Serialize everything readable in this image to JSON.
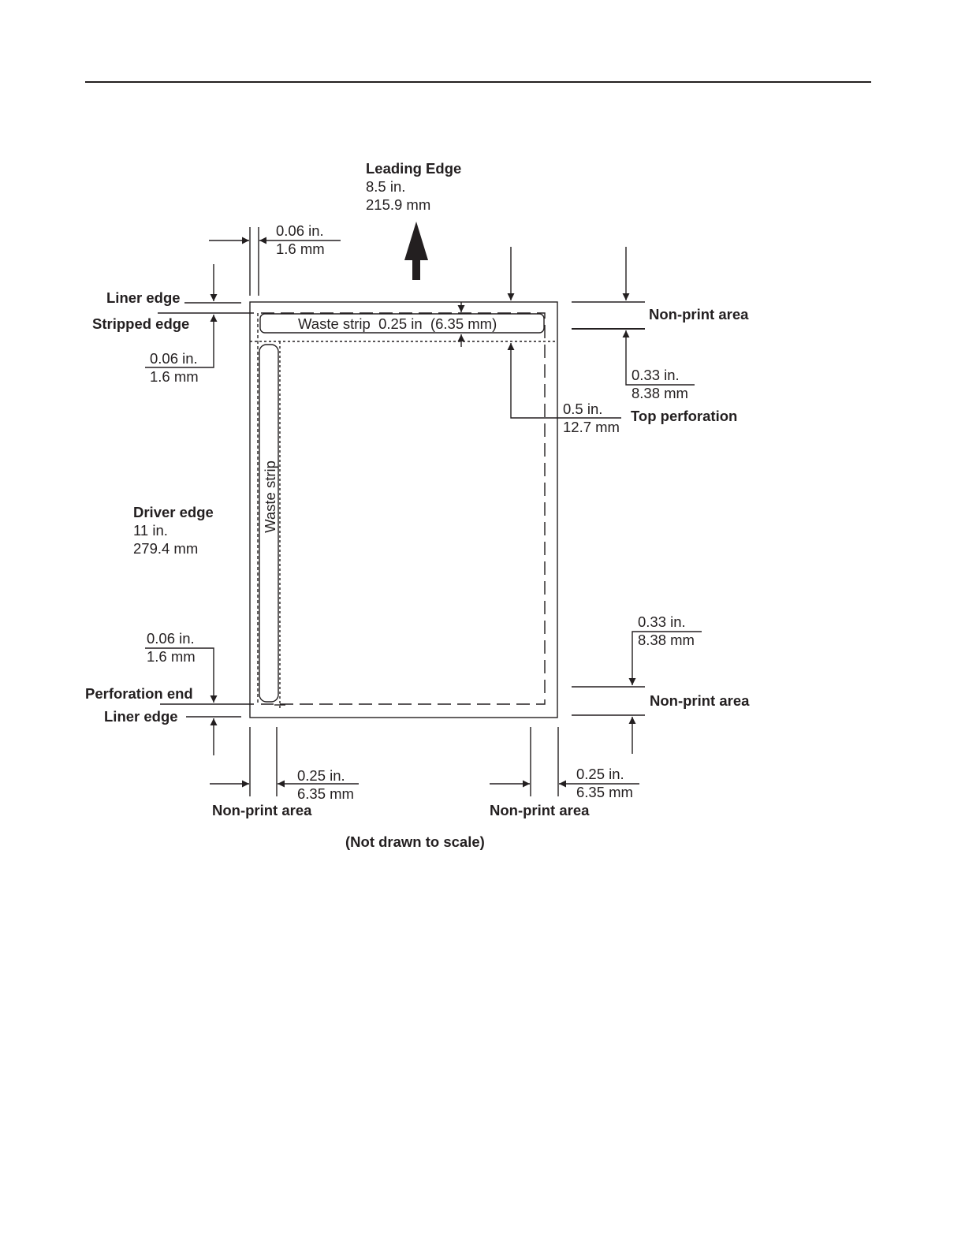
{
  "leading_edge": {
    "title": "Leading Edge",
    "inches": "8.5 in.",
    "mm": "215.9 mm"
  },
  "liner_offset_top": {
    "inches": "0.06 in.",
    "mm": "1.6 mm"
  },
  "liner_edge_top": "Liner edge",
  "stripped_edge": "Stripped edge",
  "stripped_offset": {
    "inches": "0.06 in.",
    "mm": "1.6 mm"
  },
  "waste_strip_top": "Waste strip  0.25 in  (6.35 mm)",
  "waste_strip_side": "Waste strip",
  "non_print_top_right": "Non-print area",
  "non_print_top_dim": {
    "inches": "0.33 in.",
    "mm": "8.38 mm"
  },
  "top_perforation": {
    "title": "Top perforation",
    "inches": "0.5 in.",
    "mm": "12.7 mm"
  },
  "driver_edge": {
    "title": "Driver edge",
    "inches": "11 in.",
    "mm": "279.4 mm"
  },
  "perforation_offset": {
    "inches": "0.06 in.",
    "mm": "1.6 mm"
  },
  "perforation_end": "Perforation end",
  "liner_edge_bottom": "Liner edge",
  "non_print_bottom_dim": {
    "inches": "0.33 in.",
    "mm": "8.38 mm"
  },
  "non_print_bottom_right": "Non-print area",
  "non_print_left": {
    "inches": "0.25 in.",
    "mm": "6.35 mm",
    "label": "Non-print area"
  },
  "non_print_right": {
    "inches": "0.25 in.",
    "mm": "6.35 mm",
    "label": "Non-print area"
  },
  "note": "(Not drawn to scale)",
  "colors": {
    "ink": "#231f20",
    "paper": "#ffffff"
  }
}
